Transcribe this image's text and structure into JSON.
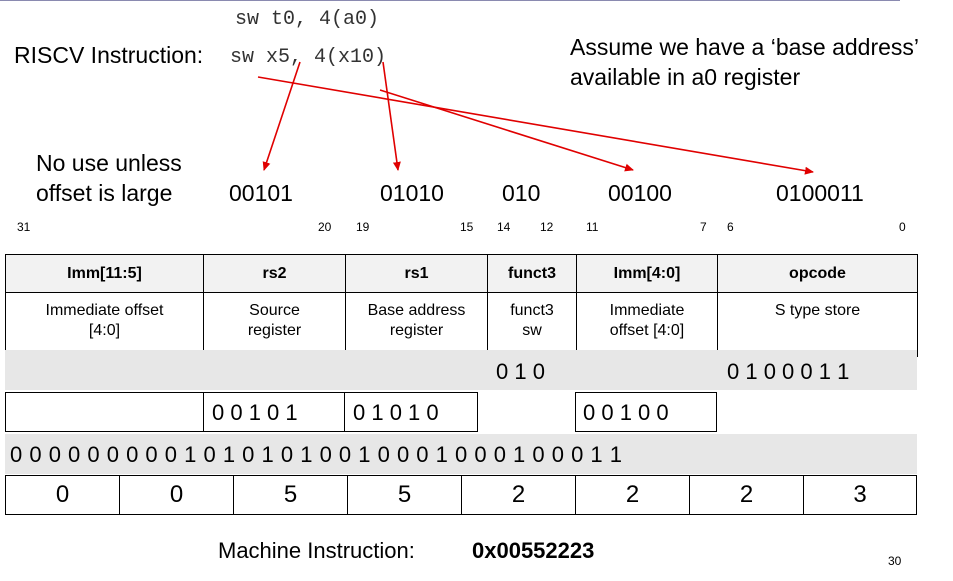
{
  "code_line_1": "sw t0, 4(a0)",
  "instruction_label": "RISCV Instruction:",
  "instruction_code": "sw x5, 4(x10)",
  "assume_line_1": "Assume we have a ‘base address’",
  "assume_line_2": "available in a0 register",
  "note_line_1": "No use unless",
  "note_line_2": "offset is large",
  "field_bits": [
    "00101",
    "01010",
    "010",
    "00100",
    "0100011"
  ],
  "bit_numbers": [
    "31",
    "20",
    "19",
    "15",
    "14",
    "12",
    "11",
    "7",
    "6",
    "0"
  ],
  "headers": [
    "Imm[11:5]",
    "rs2",
    "rs1",
    "funct3",
    "Imm[4:0]",
    "opcode"
  ],
  "descriptions": [
    [
      "Immediate offset",
      "[4:0]"
    ],
    [
      "Source",
      "register"
    ],
    [
      "Base address",
      "register"
    ],
    [
      "funct3",
      "sw"
    ],
    [
      "Immediate",
      "offset [4:0]"
    ],
    [
      "S type store",
      ""
    ]
  ],
  "row1_funct3": "0 1 0",
  "row1_opcode": "0 1 0 0 0 1 1",
  "row2_rs2": "0 0 1 0 1",
  "row2_rs1": "0 1 0 1 0",
  "row2_imm": "0 0 1 0 0",
  "full_bits": "0 0 0 0 0 0 0 0 0 1 0 1 0 1 0 1 0 0 1 0 0 0 1 0 0 0 1 0 0 0 1 1",
  "hex_digits": [
    "0",
    "0",
    "5",
    "5",
    "2",
    "2",
    "2",
    "3"
  ],
  "machine_label": "Machine Instruction:",
  "machine_value": "0x00552223",
  "page_number": "30",
  "colors": {
    "arrow": "#e00000",
    "gray_row": "#e7e7e7",
    "header_bg": "#f2f2f2"
  }
}
